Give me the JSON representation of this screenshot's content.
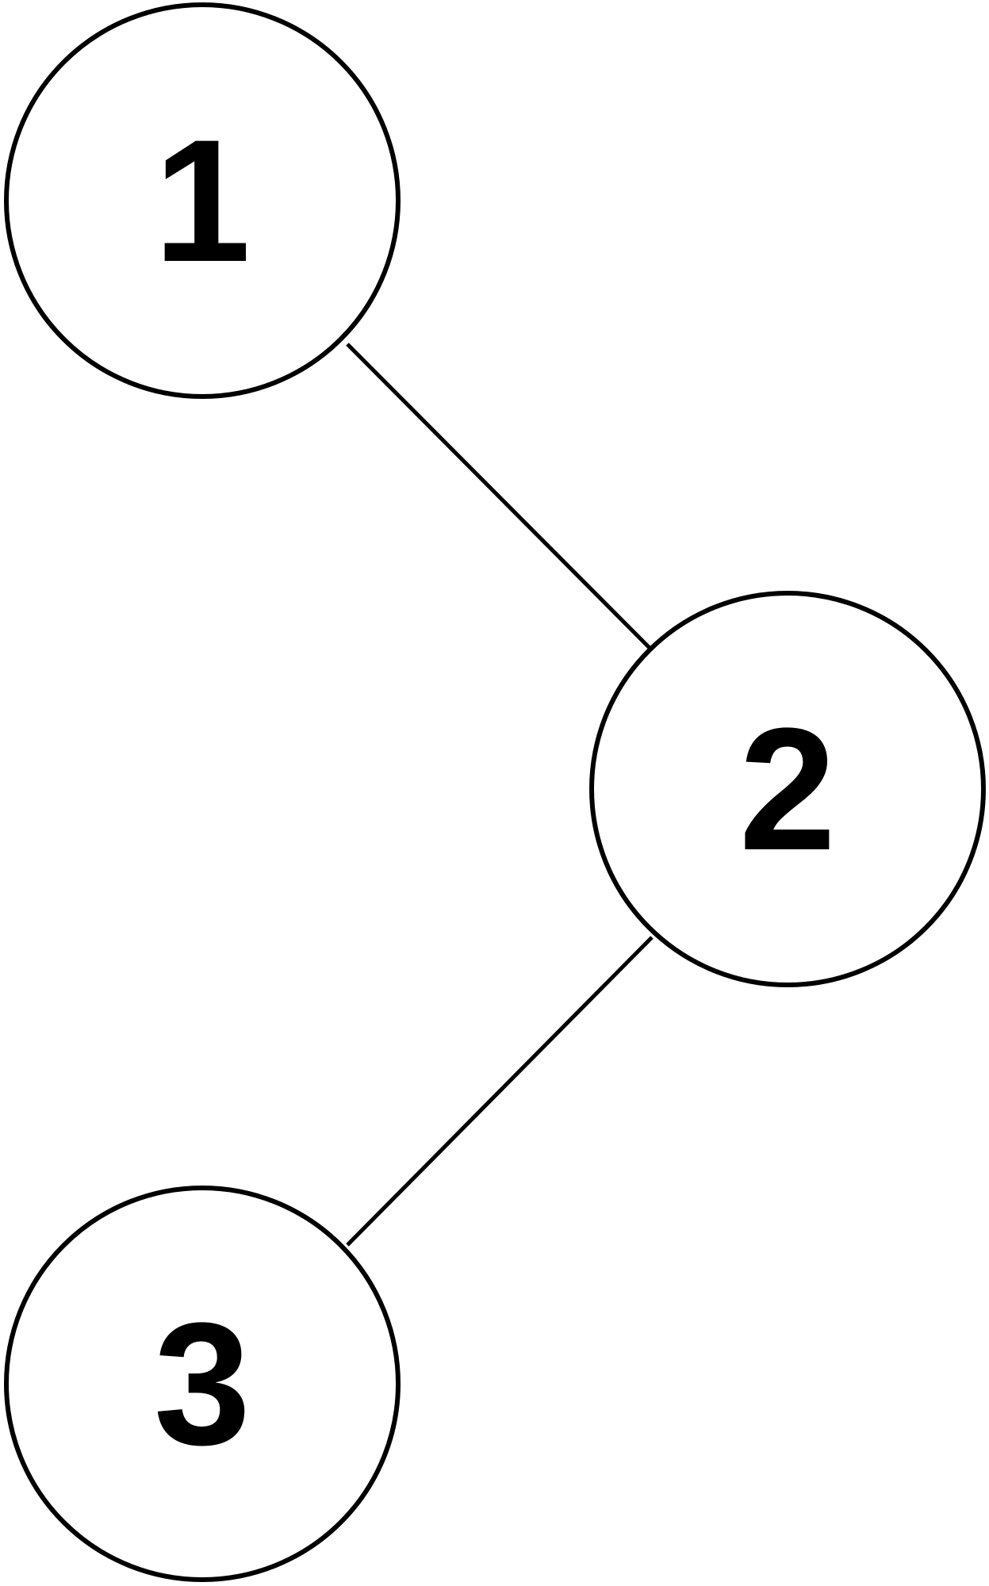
{
  "diagram": {
    "type": "tree",
    "nodes": [
      {
        "id": "n1",
        "label": "1"
      },
      {
        "id": "n2",
        "label": "2"
      },
      {
        "id": "n3",
        "label": "3"
      }
    ],
    "edges": [
      {
        "from": "n1",
        "to": "n2"
      },
      {
        "from": "n2",
        "to": "n3"
      }
    ]
  }
}
